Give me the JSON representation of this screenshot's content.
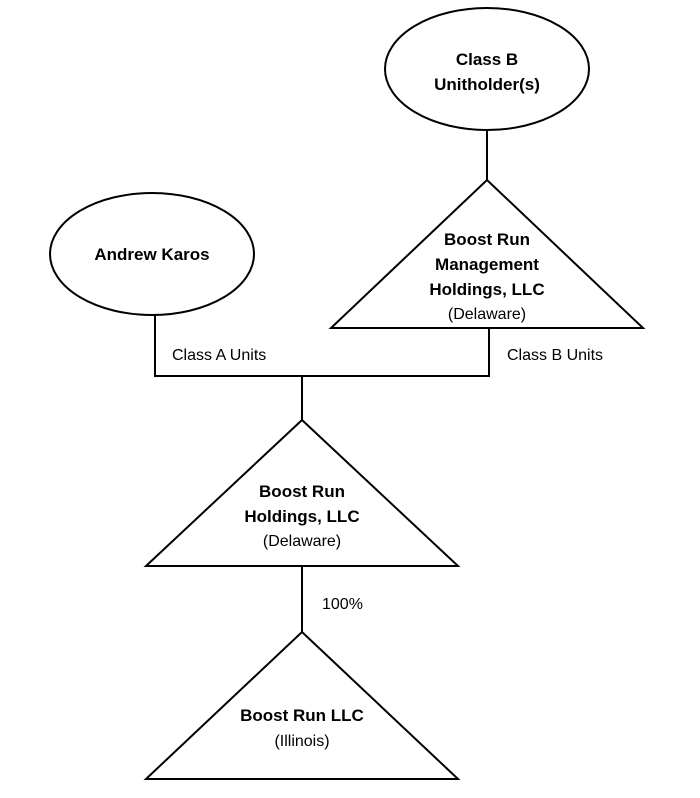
{
  "nodes": {
    "class_b_unitholders": {
      "lines": [
        "Class B",
        "Unitholder(s)"
      ]
    },
    "andrew_karos": {
      "lines": [
        "Andrew Karos"
      ]
    },
    "management_holdings": {
      "lines": [
        "Boost Run",
        "Management",
        "Holdings, LLC"
      ],
      "jurisdiction": "(Delaware)"
    },
    "holdings": {
      "lines": [
        "Boost Run",
        "Holdings, LLC"
      ],
      "jurisdiction": "(Delaware)"
    },
    "boost_run_llc": {
      "lines": [
        "Boost Run LLC"
      ],
      "jurisdiction": "(Illinois)"
    }
  },
  "edges": {
    "class_a_units": "Class A Units",
    "class_b_units": "Class B Units",
    "ownership_pct": "100%"
  }
}
